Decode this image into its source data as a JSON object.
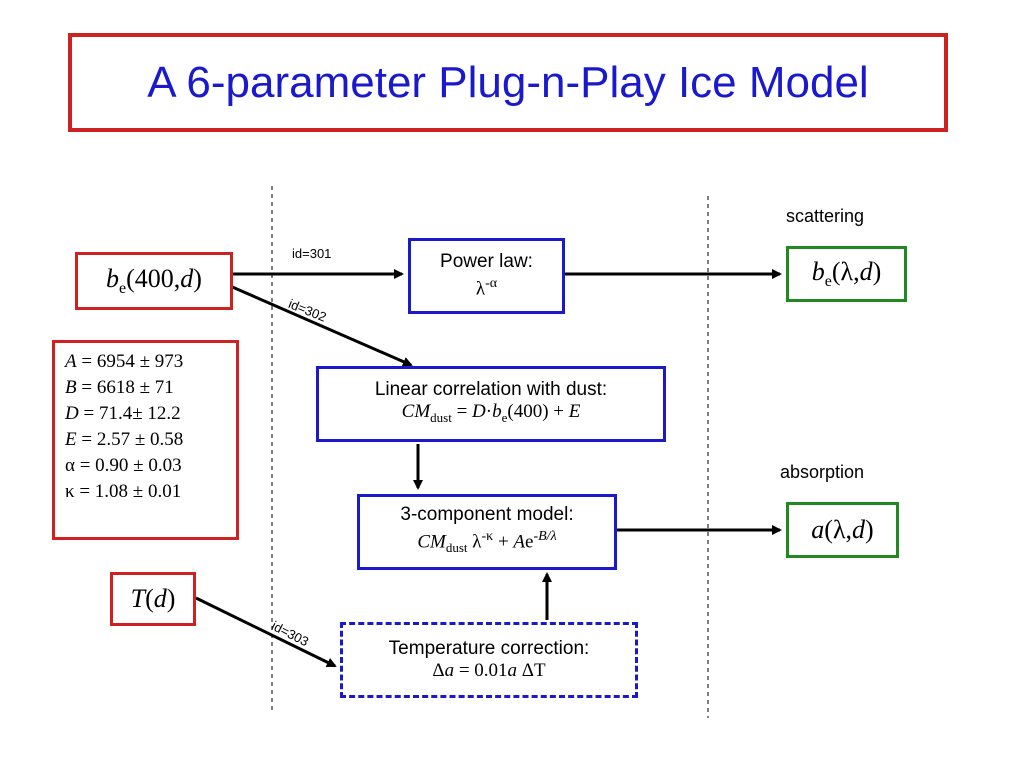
{
  "title": "A 6-parameter Plug-n-Play Ice Model",
  "inputs": {
    "be_symbol": "b",
    "be_sub": "e",
    "be_args": "(400,",
    "be_d": "d",
    "be_close": ")",
    "t_symbol": "T",
    "t_open": "(",
    "t_d": "d",
    "t_close": ")"
  },
  "parameters": [
    {
      "name": "A",
      "rest": " = 6954 ± 973"
    },
    {
      "name": "B",
      "rest": " = 6618 ± 71"
    },
    {
      "name": "D",
      "rest": " = 71.4± 12.2"
    },
    {
      "name": "E",
      "rest": " = 2.57 ± 0.58"
    },
    {
      "name": "α",
      "rest": " = 0.90 ± 0.03"
    },
    {
      "name": "κ",
      "rest": " = 1.08 ± 0.01"
    }
  ],
  "boxes": {
    "power_law": {
      "line1": "Power law:",
      "base": "λ",
      "exp": "-α"
    },
    "linear": {
      "line1": "Linear correlation with dust:",
      "cm": "CM",
      "cm_sub": "dust",
      "eq_mid": " = ",
      "d": "D",
      "dot": "·",
      "b": "b",
      "b_sub": "e",
      "tail": "(400) + ",
      "e": "E"
    },
    "three_comp": {
      "line1": "3-component model:",
      "cm": "CM",
      "cm_sub": "dust",
      "lambda": " λ",
      "kappa_exp": "-κ",
      "plus": " + ",
      "a": "A",
      "e": "e",
      "exp": "-B/λ"
    },
    "temp": {
      "line1": "Temperature correction:",
      "delta": "Δ",
      "a": "a",
      "eq": " = 0.01",
      "a2": "a",
      "dt": " ΔT"
    }
  },
  "outputs": {
    "scattering_label": "scattering",
    "absorption_label": "absorption",
    "be_symbol": "b",
    "be_sub": "e",
    "be_args": "(λ,",
    "be_d": "d",
    "be_close": ")",
    "a_symbol": "a",
    "a_args": "(λ,",
    "a_d": "d",
    "a_close": ")"
  },
  "edges": {
    "id301": "id=301",
    "id302": "id=302",
    "id303": "id=303"
  },
  "colors": {
    "red": "#cc2222",
    "blue": "#1a1acc",
    "green": "#228822",
    "black": "#000000"
  }
}
